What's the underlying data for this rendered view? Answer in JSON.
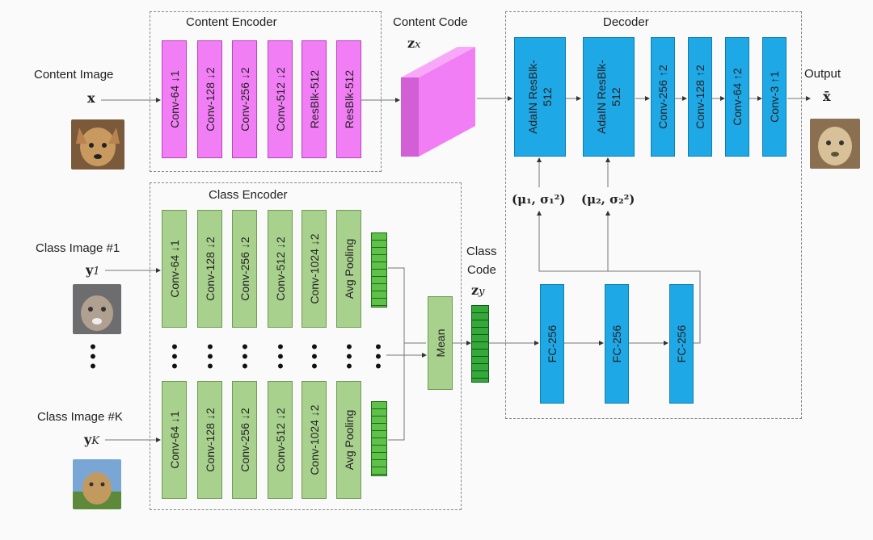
{
  "content_encoder": {
    "title": "Content Encoder",
    "layers": [
      "Conv-64 ↓1",
      "Conv-128 ↓2",
      "Conv-256 ↓2",
      "Conv-512 ↓2",
      "ResBlk-512",
      "ResBlk-512"
    ]
  },
  "content_code": {
    "title": "Content Code",
    "symbol": "z",
    "subscript": "x"
  },
  "content_image": {
    "title": "Content Image",
    "symbol": "x"
  },
  "decoder": {
    "title": "Decoder",
    "layers": [
      "AdaIN ResBlk-512",
      "AdaIN ResBlk-512",
      "Conv-256 ↑2",
      "Conv-128 ↑2",
      "Conv-64 ↑2",
      "Conv-3 ↑1"
    ],
    "mlp": [
      "FC-256",
      "FC-256",
      "FC-256"
    ],
    "params1": "(μ₁, σ₁²)",
    "params2": "(μ₂, σ₂²)"
  },
  "output": {
    "title": "Output",
    "symbol": "x̄"
  },
  "class_encoder": {
    "title": "Class Encoder",
    "layers": [
      "Conv-64 ↓1",
      "Conv-128 ↓2",
      "Conv-256 ↓2",
      "Conv-512 ↓2",
      "Conv-1024 ↓2",
      "Avg Pooling"
    ]
  },
  "class_image_1": {
    "title": "Class Image #1",
    "symbol": "y",
    "subscript": "1"
  },
  "class_image_k": {
    "title": "Class Image #K",
    "symbol": "y",
    "subscript": "K"
  },
  "mean": "Mean",
  "class_code": {
    "title_line1": "Class",
    "title_line2": "Code",
    "symbol": "z",
    "subscript": "y"
  },
  "colors": {
    "content": "#f27ef5",
    "class": "#a9d18e",
    "decoder": "#1fa8e6",
    "code": "#35a83a"
  }
}
